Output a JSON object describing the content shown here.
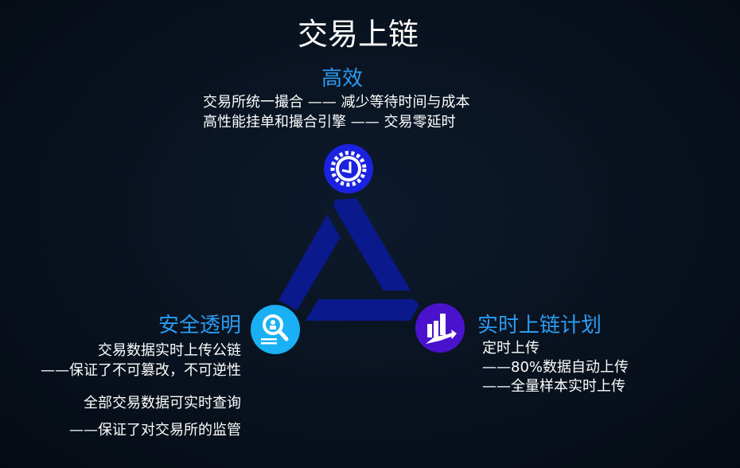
{
  "title": "交易上链",
  "top": {
    "heading": "高效",
    "lines": [
      "交易所统一撮合 —— 减少等待时间与成本",
      "高性能挂单和撮合引擎 —— 交易零延时"
    ]
  },
  "left": {
    "heading": "安全透明",
    "lines": [
      "交易数据实时上传公链",
      "——保证了不可篡改，不可逆性",
      "全部交易数据可实时查询",
      "——保证了对交易所的监管"
    ]
  },
  "right": {
    "heading": "实时上链计划",
    "lines": [
      "定时上传",
      "——80%数据自动上传",
      "——全量样本实时上传"
    ]
  },
  "colors": {
    "accent": "#2b9cf2",
    "triangle": "#0a1a8c",
    "icon_top": "#1a22e0",
    "icon_left": "#1ab0f5",
    "icon_right": "#4a12cc"
  }
}
